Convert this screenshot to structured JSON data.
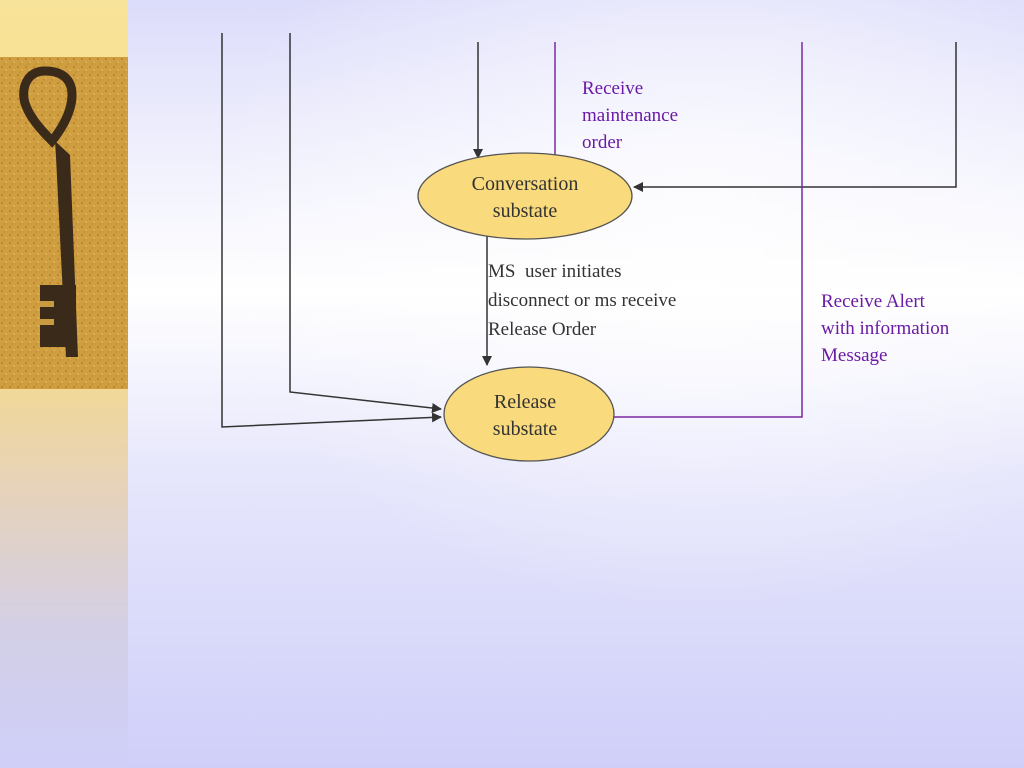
{
  "nodes": {
    "conversation": {
      "line1": "Conversation",
      "line2": "substate"
    },
    "release": {
      "line1": "Release",
      "line2": "substate"
    }
  },
  "labels": {
    "maintenance": {
      "line1": "Receive",
      "line2": "maintenance",
      "line3": "order"
    },
    "disconnect": {
      "line1": "MS  user initiates",
      "line2": "disconnect or ms receive",
      "line3": "Release Order"
    },
    "alert": {
      "line1": "Receive Alert",
      "line2": "with information",
      "line3": "Message"
    }
  },
  "colors": {
    "node_fill": "#f9da7c",
    "node_stroke": "#555555",
    "arrow_dark": "#333333",
    "arrow_purple": "#7a2aa0",
    "label_purple": "#6a1aa5",
    "sidebar_gold": "#f9dc7c"
  },
  "icons": {
    "sidebar_image": "skeleton-key-icon"
  }
}
